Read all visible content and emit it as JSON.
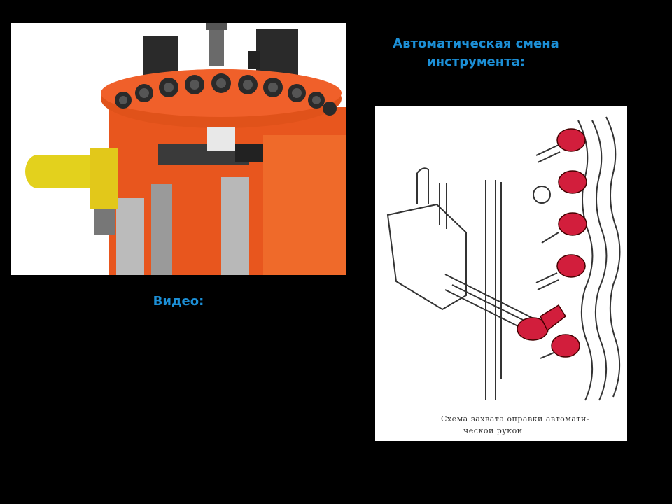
{
  "title_line1": "Автоматическая смена",
  "title_line2": "инструмента:",
  "video_label": "Видео:",
  "diagram": {
    "caption_line1": "Схема захвата оправки автомати-",
    "caption_line2": "ческой рукой"
  },
  "colors": {
    "background": "#000000",
    "heading": "#1c8fd6",
    "machine_orange": "#e8561e",
    "accent_yellow": "#e3d11d",
    "tool_red": "#d21e3c"
  }
}
